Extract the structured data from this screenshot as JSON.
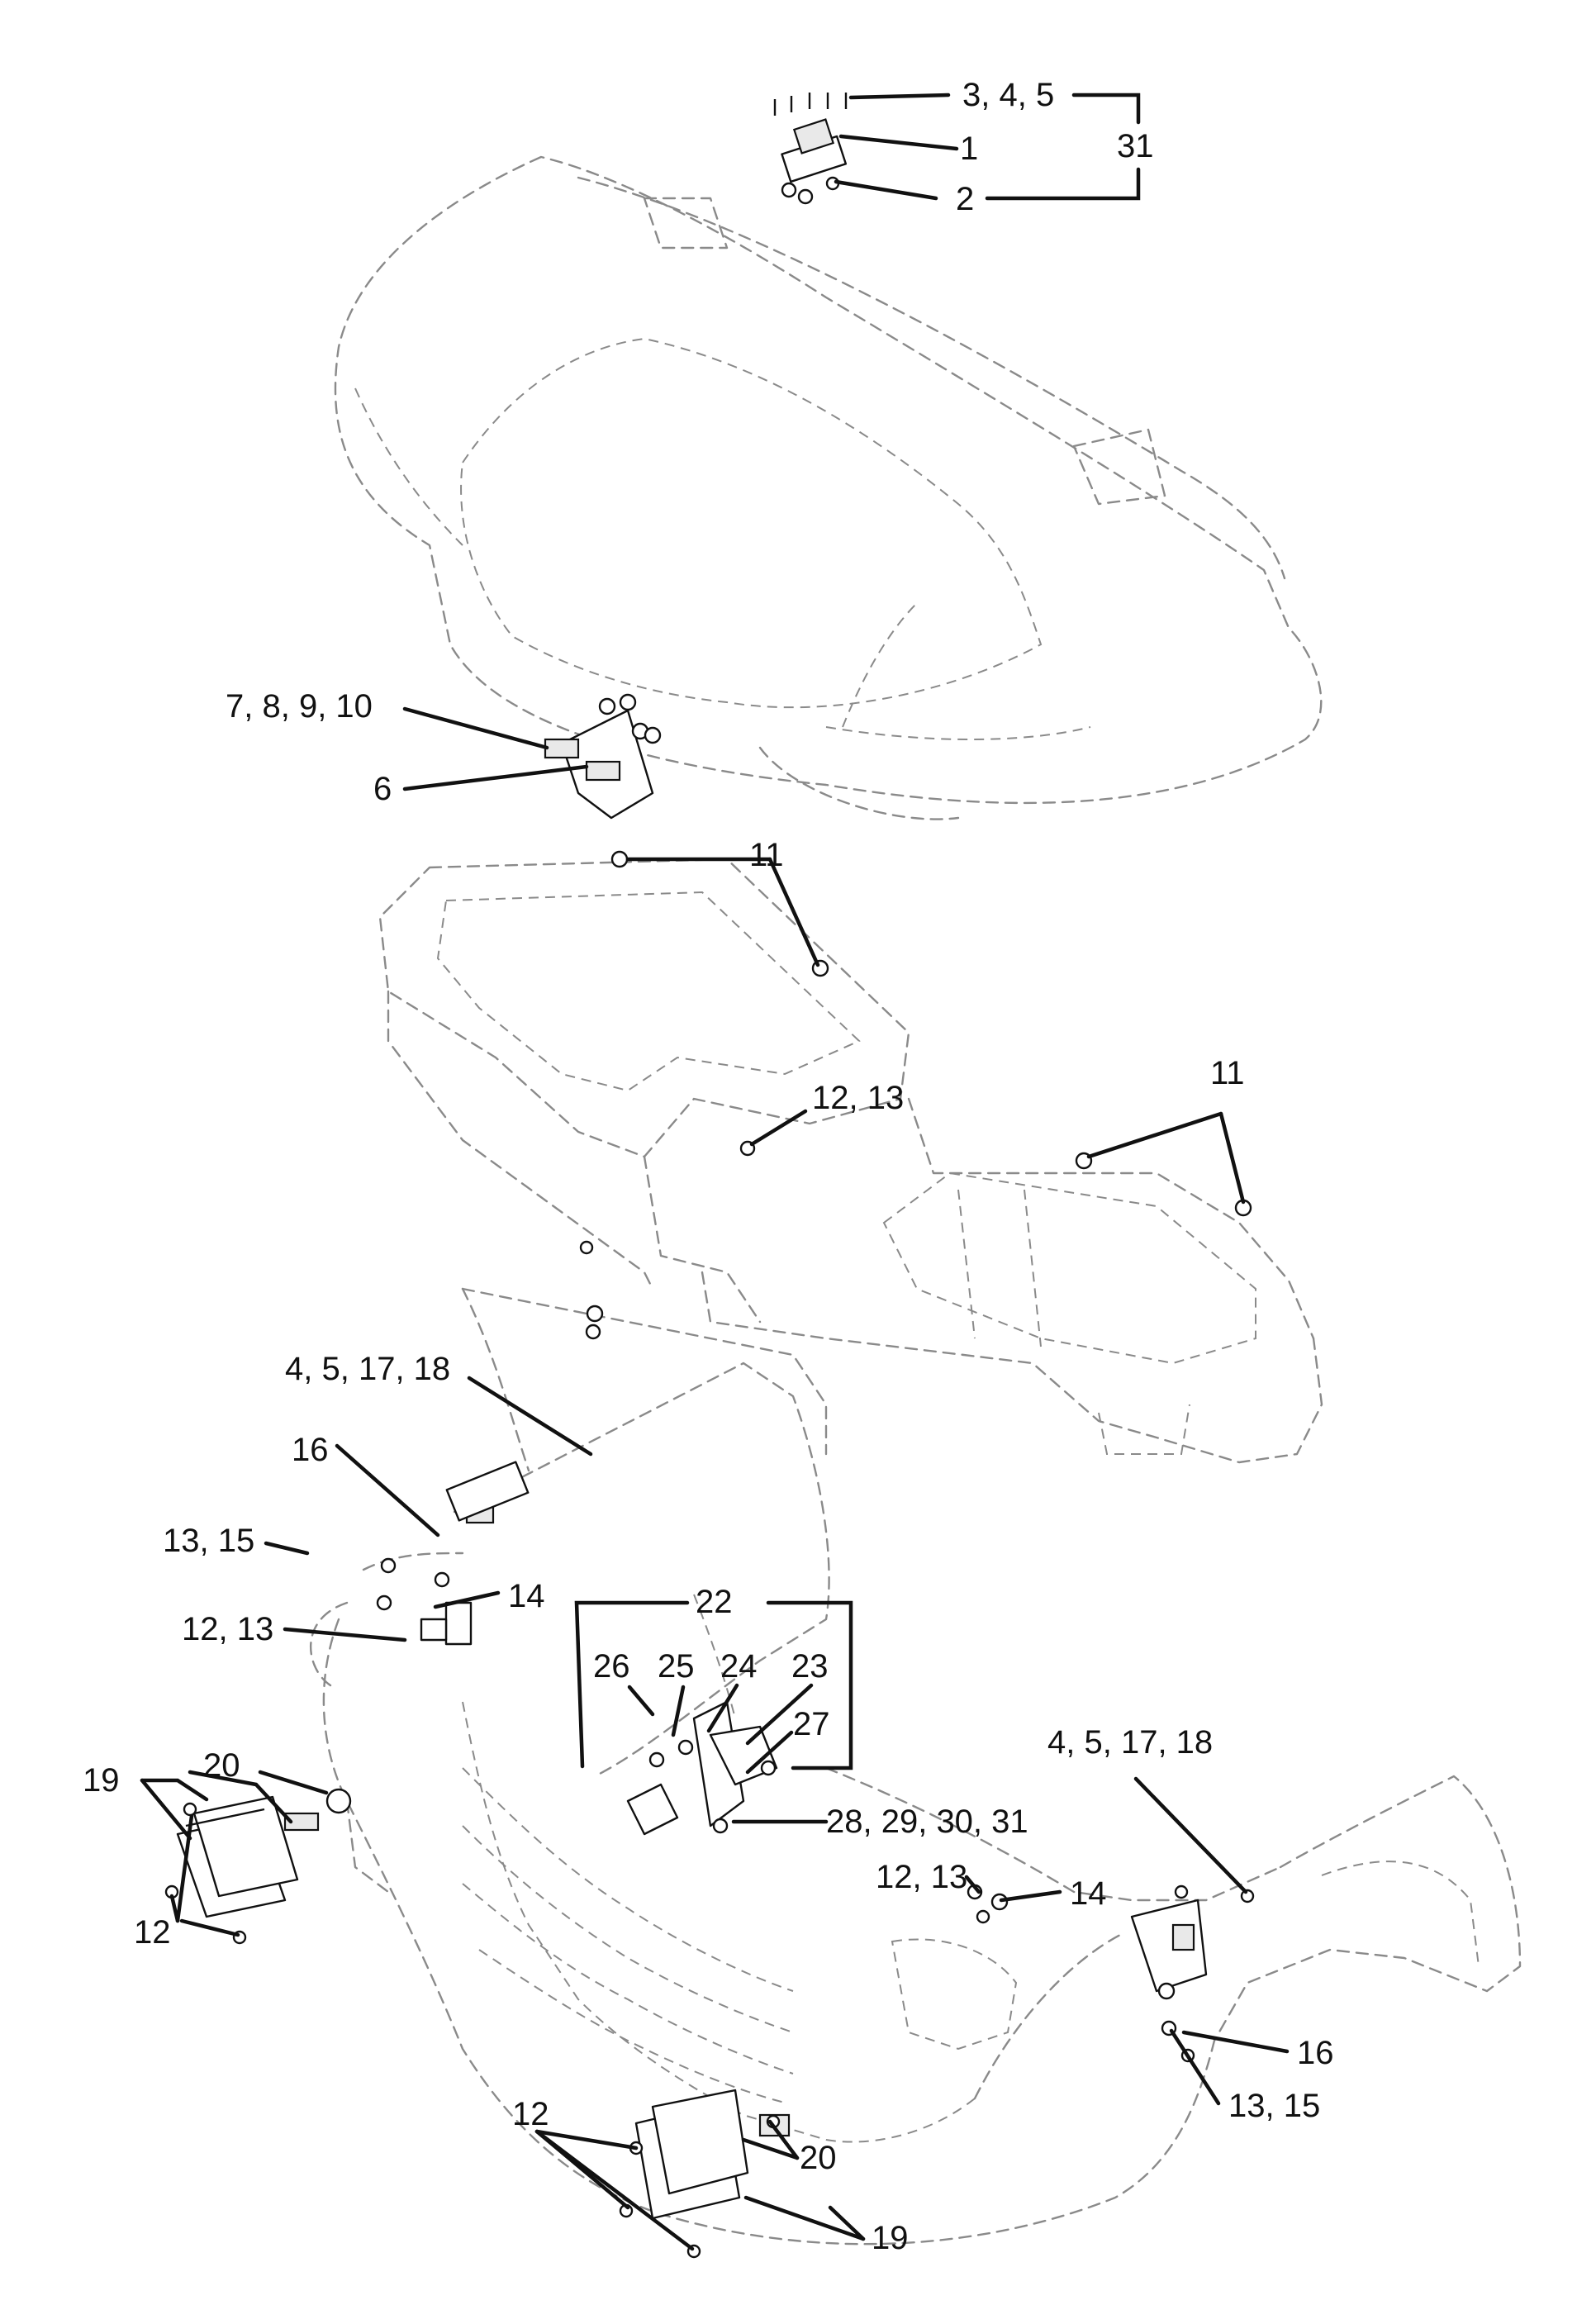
{
  "callouts": {
    "c_3_4_5": "3, 4, 5",
    "c_1": "1",
    "c_2": "2",
    "c_31_top": "31",
    "c_7_8_9_10": "7, 8, 9, 10",
    "c_6": "6",
    "c_11_a": "11",
    "c_11_b": "11",
    "c_12_13_a": "12, 13",
    "c_4_5_17_18_a": "4, 5, 17, 18",
    "c_16_a": "16",
    "c_13_15_a": "13, 15",
    "c_14_a": "14",
    "c_12_13_b": "12, 13",
    "c_22": "22",
    "c_26": "26",
    "c_25": "25",
    "c_24": "24",
    "c_23": "23",
    "c_27": "27",
    "c_28_29_30_31": "28, 29, 30, 31",
    "c_19_a": "19",
    "c_20_a": "20",
    "c_12_a": "12",
    "c_4_5_17_18_b": "4, 5, 17, 18",
    "c_12_13_c": "12, 13",
    "c_14_b": "14",
    "c_16_b": "16",
    "c_13_15_b": "13, 15",
    "c_12_b": "12",
    "c_20_b": "20",
    "c_19_b": "19"
  }
}
